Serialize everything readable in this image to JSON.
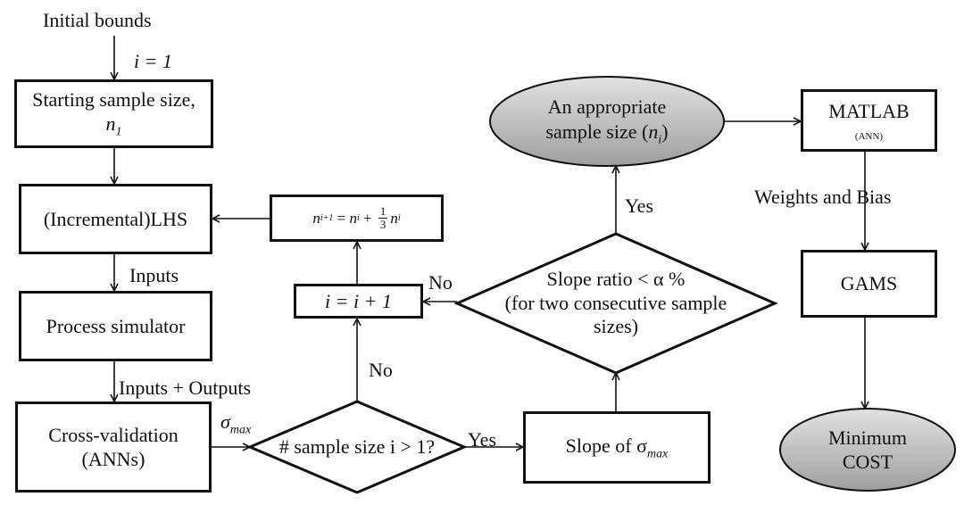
{
  "diagram": {
    "start": {
      "text": "Initial bounds",
      "iter": "i = 1"
    },
    "starting_sample": {
      "line1": "Starting sample size,",
      "line2_var": "n",
      "line2_sub": "1"
    },
    "lhs": {
      "text": "(Incremental)LHS"
    },
    "update_rule": {
      "lhs_var": "n",
      "lhs_sub": "i+1",
      "eq": " = ",
      "term_var": "n",
      "term_sub": "i",
      "plus": " + ",
      "frac_num": "1",
      "frac_den": "3",
      "tail_var": "n",
      "tail_sub": "i"
    },
    "increment": {
      "text": "i = i + 1"
    },
    "process_simulator": {
      "text": "Process simulator"
    },
    "cross_validation": {
      "line1": "Cross-validation",
      "line2": "(ANNs)"
    },
    "decision_size": {
      "text": "# sample size i > 1?"
    },
    "slope": {
      "prefix": "Slope of σ",
      "sub": "max"
    },
    "decision_ratio": {
      "line1": "Slope ratio < α %",
      "line2": "(for two consecutive sample",
      "line3": "sizes)"
    },
    "appropriate": {
      "line1": "An appropriate",
      "line2_prefix": "sample size (",
      "var": "n",
      "sub": "i",
      "line2_suffix": ")"
    },
    "matlab": {
      "title": "MATLAB",
      "subtitle": "(ANN)"
    },
    "gams": {
      "text": "GAMS"
    },
    "minimum_cost": {
      "line1": "Minimum",
      "line2": "COST"
    },
    "edge_labels": {
      "inputs": "Inputs",
      "inputs_outputs": "Inputs + Outputs",
      "sigma": "σ",
      "sigma_sub": "max",
      "yes_slope": "Yes",
      "no_increment": "No",
      "no_ratio": "No",
      "yes_ratio": "Yes",
      "weights_bias": "Weights and Bias"
    },
    "colors": {
      "stroke": "#111111",
      "ellipse_fill_top": "#e2e2e2",
      "ellipse_fill_bottom": "#9e9e9e",
      "box_fill": "#ffffff"
    }
  }
}
